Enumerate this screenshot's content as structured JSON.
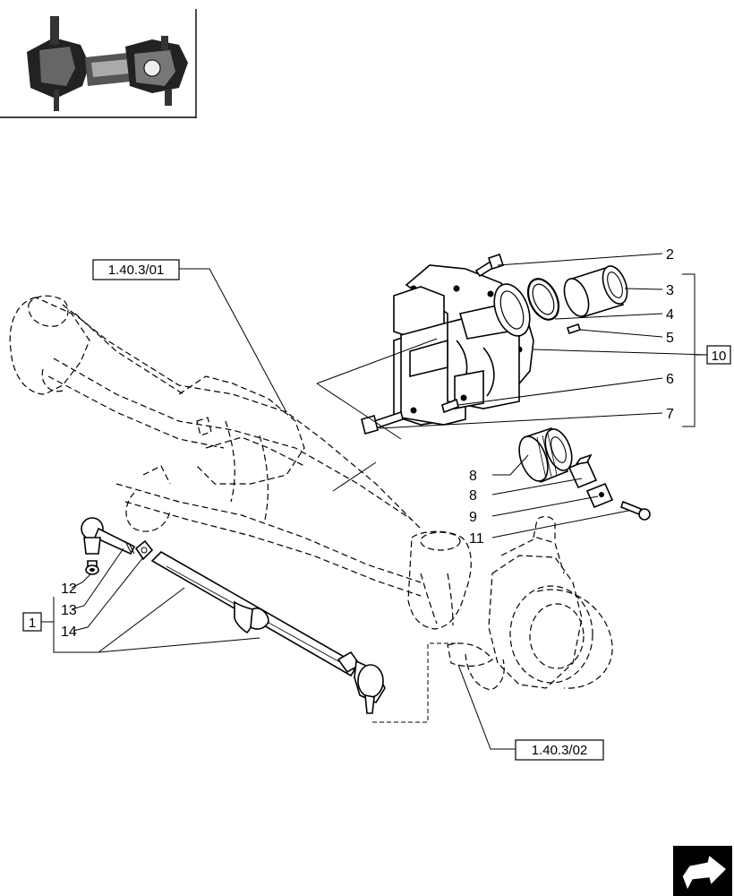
{
  "reference_boxes": {
    "upper": "1.40.3/01",
    "lower": "1.40.3/02"
  },
  "group_numbers": {
    "kit_tie_rod": "1",
    "kit_bracket": "10"
  },
  "callouts": [
    "2",
    "3",
    "4",
    "5",
    "6",
    "7",
    "8",
    "8",
    "9",
    "11",
    "12",
    "13",
    "14"
  ],
  "icons": {
    "thumbnail": "axle-thumbnail-icon",
    "next_page": "next-page-arrow-icon"
  }
}
